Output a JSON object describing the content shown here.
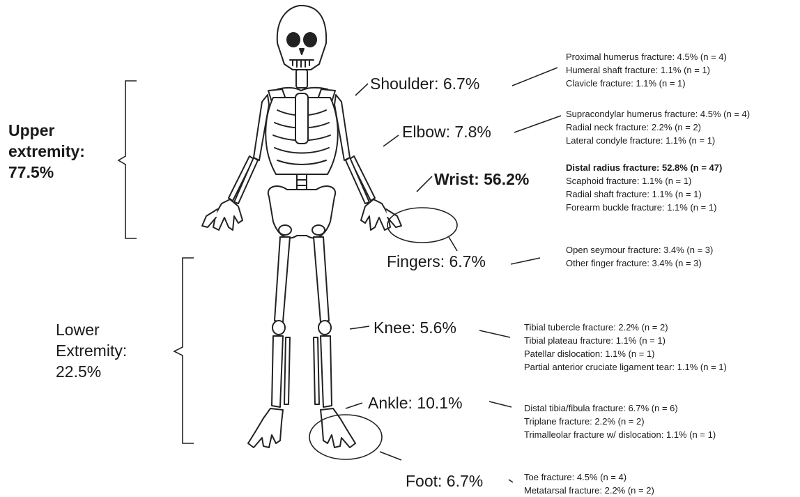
{
  "groups": {
    "upper": {
      "label_lines": [
        "Upper",
        "extremity:",
        "77.5%"
      ]
    },
    "lower": {
      "label_lines": [
        "Lower",
        "Extremity:",
        "22.5%"
      ]
    }
  },
  "regions": {
    "shoulder": {
      "label": "Shoulder: 6.7%",
      "details": [
        "Proximal humerus fracture: 4.5% (n = 4)",
        "Humeral shaft fracture: 1.1% (n = 1)",
        "Clavicle fracture: 1.1% (n = 1)"
      ]
    },
    "elbow": {
      "label": "Elbow: 7.8%",
      "details": [
        "Supracondylar humerus fracture: 4.5% (n = 4)",
        "Radial neck fracture: 2.2% (n = 2)",
        "Lateral condyle fracture: 1.1% (n = 1)"
      ]
    },
    "wrist": {
      "label": "Wrist: 56.2%",
      "details": [
        "Distal radius fracture: 52.8% (n = 47)",
        "Scaphoid fracture: 1.1% (n = 1)",
        "Radial shaft fracture: 1.1% (n = 1)",
        "Forearm buckle fracture: 1.1% (n = 1)"
      ]
    },
    "fingers": {
      "label": "Fingers: 6.7%",
      "details": [
        "Open seymour fracture: 3.4% (n = 3)",
        "Other finger fracture: 3.4% (n = 3)"
      ]
    },
    "knee": {
      "label": "Knee: 5.6%",
      "details": [
        "Tibial tubercle fracture: 2.2% (n = 2)",
        "Tibial plateau fracture: 1.1% (n = 1)",
        "Patellar dislocation: 1.1% (n = 1)",
        "Partial anterior cruciate ligament tear: 1.1% (n = 1)"
      ]
    },
    "ankle": {
      "label": "Ankle: 10.1%",
      "details": [
        "Distal tibia/fibula fracture: 6.7% (n = 6)",
        "Triplane fracture: 2.2% (n = 2)",
        "Trimalleolar fracture w/ dislocation: 1.1% (n = 1)"
      ]
    },
    "foot": {
      "label": "Foot: 6.7%",
      "details": [
        "Toe fracture: 4.5% (n = 4)",
        "Metatarsal fracture: 2.2% (n = 2)"
      ]
    }
  },
  "colors": {
    "ink": "#1a1a1a",
    "bone_fill": "#ffffff",
    "bone_stroke": "#222222"
  },
  "icons": {
    "figure": "skeleton-illustration"
  }
}
